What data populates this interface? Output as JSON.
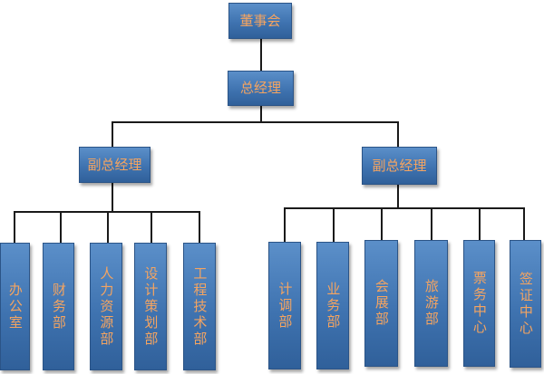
{
  "org_chart": {
    "board": "董事会",
    "general_manager": "总经理",
    "deputy_left": {
      "title": "副总经理",
      "departments": [
        "办公室",
        "财务部",
        "人力资源部",
        "设计策划部",
        "工程技术部"
      ]
    },
    "deputy_right": {
      "title": "副总经理",
      "departments": [
        "计调部",
        "业务部",
        "会展部",
        "旅游部",
        "票务中心",
        "签证中心"
      ]
    }
  },
  "colors": {
    "box_fill": "#3f73b0",
    "box_text": "#f4a461",
    "connector": "#1a1a1a"
  }
}
